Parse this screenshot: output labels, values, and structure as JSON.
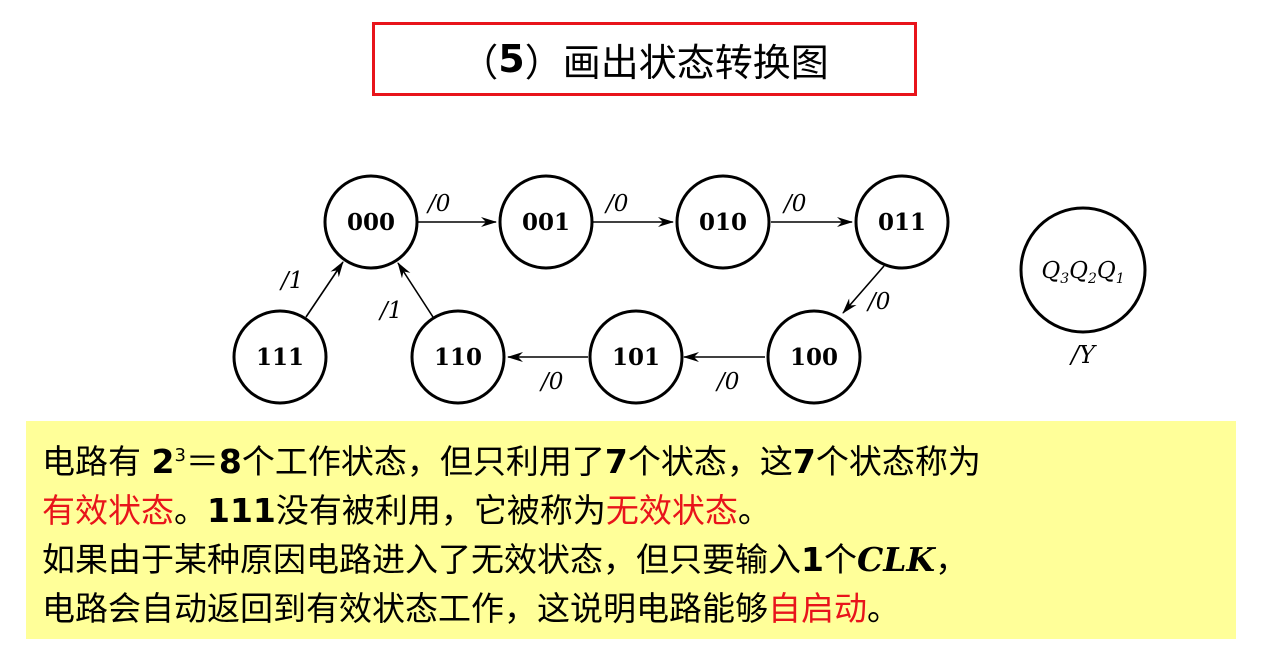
{
  "title": {
    "prefix": "（",
    "number": "5",
    "suffix": "）画出状态转换图"
  },
  "diagram": {
    "states": [
      "000",
      "001",
      "010",
      "011",
      "100",
      "101",
      "110",
      "111"
    ],
    "transitions": [
      {
        "from": "000",
        "to": "001",
        "label": "/0"
      },
      {
        "from": "001",
        "to": "010",
        "label": "/0"
      },
      {
        "from": "010",
        "to": "011",
        "label": "/0"
      },
      {
        "from": "011",
        "to": "100",
        "label": "/0"
      },
      {
        "from": "100",
        "to": "101",
        "label": "/0"
      },
      {
        "from": "101",
        "to": "110",
        "label": "/0"
      },
      {
        "from": "110",
        "to": "000",
        "label": "/1"
      },
      {
        "from": "111",
        "to": "000",
        "label": "/1"
      }
    ],
    "legend": {
      "q3": "Q",
      "q3_sub": "3",
      "q2": "Q",
      "q2_sub": "2",
      "q1": "Q",
      "q1_sub": "1",
      "output": "/Y"
    }
  },
  "note": {
    "line1_a": "电路有 ",
    "line1_base": "2",
    "line1_exp": "3",
    "line1_b": "＝",
    "line1_c": "8",
    "line1_d": "个工作状态，但只利用了",
    "line1_e": "7",
    "line1_f": "个状态，这",
    "line1_g": "7",
    "line1_h": "个状态称为",
    "line2_a": "有效状态",
    "line2_b": "。",
    "line2_c": "111",
    "line2_d": "没有被利用，它被称为",
    "line2_e": "无效状态",
    "line2_f": "。",
    "line3_a": "如果由于某种原因电路进入了无效状态，但只要输入",
    "line3_b": "1",
    "line3_c": "个",
    "line3_d": "CLK",
    "line3_e": "，",
    "line4_a": "电路会自动返回到有效状态工作，这说明电路能够",
    "line4_b": "自启动",
    "line4_c": "。"
  }
}
